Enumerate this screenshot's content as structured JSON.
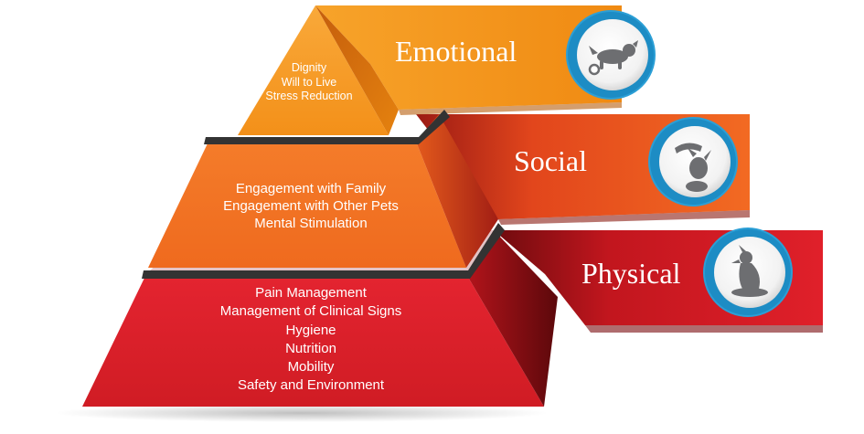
{
  "tiers": [
    {
      "label": "Emotional",
      "icon": "dog-playing-ball-icon",
      "items": [
        "Dignity",
        "Will to Live",
        "Stress Reduction"
      ],
      "color": "#f7941d"
    },
    {
      "label": "Social",
      "icon": "hand-petting-dog-icon",
      "items": [
        "Engagement with Family",
        "Engagement with Other Pets",
        "Mental Stimulation"
      ],
      "color": "#f15a24"
    },
    {
      "label": "Physical",
      "icon": "dog-sitting-on-cushion-icon",
      "items": [
        "Pain Management",
        "Management of Clinical Signs",
        "Hygiene",
        "Nutrition",
        "Mobility",
        "Safety and Environment"
      ],
      "color": "#d71f26"
    }
  ],
  "colors": {
    "orange_light": "#f7941d",
    "orange_mid": "#f15a24",
    "red": "#d71f26",
    "dark_red": "#8c0f14",
    "gap_gray": "#333333",
    "badge_ring": "#2b9fd6"
  }
}
